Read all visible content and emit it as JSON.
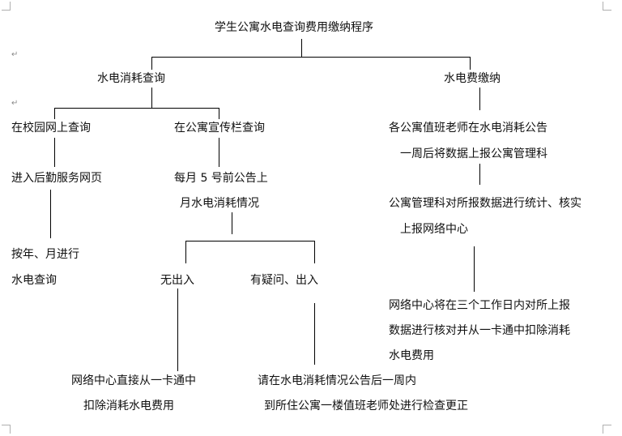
{
  "diagram": {
    "title": "学生公寓水电查询费用缴纳程序",
    "nodes": {
      "query": "水电消耗查询",
      "payment": "水电费缴纳",
      "campus_online": "在校园网上查询",
      "bulletin": "在公寓宣传栏查询",
      "logistics_web": "进入后勤服务网页",
      "by_year_month_1": "按年、月进行",
      "by_year_month_2": "水电查询",
      "announce_1": "每月 5 号前公告上",
      "announce_2": "月水电消耗情况",
      "no_discrepancy": "无出入",
      "doubt": "有疑问、出入",
      "direct_deduct_1": "网络中心直接从一卡通中",
      "direct_deduct_2": "扣除消耗水电费用",
      "verify_1": "请在水电消耗情况公告后一周内",
      "verify_2": "到所住公寓一楼值班老师处进行检查更正",
      "duty_teacher_1": "各公寓值班老师在水电消耗公告",
      "duty_teacher_2": "一周后将数据上报公寓管理科",
      "management_1": "公寓管理科对所报数据进行统计、核实",
      "management_2": "上报网络中心",
      "network_1": "网络中心将在三个工作日内对所上报",
      "network_2": "数据进行核对并从一卡通中扣除消耗",
      "network_3": "水电费用"
    }
  }
}
